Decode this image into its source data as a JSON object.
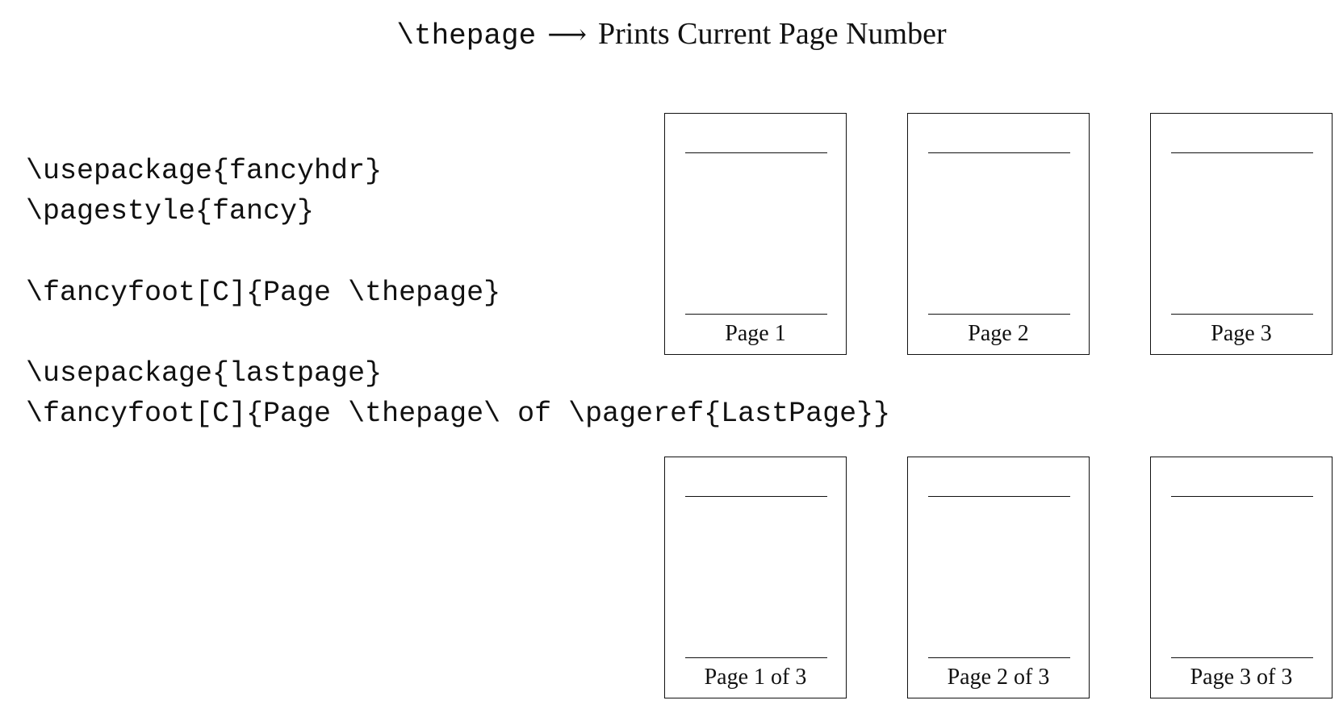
{
  "title": {
    "command": "\\thepage",
    "arrow": "⟶",
    "text": "Prints Current Page Number"
  },
  "code": [
    "\\usepackage{fancyhdr}",
    "\\pagestyle{fancy}",
    "\\fancyfoot[C]{Page \\thepage}",
    "\\usepackage{lastpage}",
    "\\fancyfoot[C]{Page \\thepage\\ of \\pageref{LastPage}}"
  ],
  "pages_simple": [
    "Page 1",
    "Page 2",
    "Page 3"
  ],
  "pages_with_total": [
    "Page 1 of 3",
    "Page 2 of 3",
    "Page 3 of 3"
  ]
}
